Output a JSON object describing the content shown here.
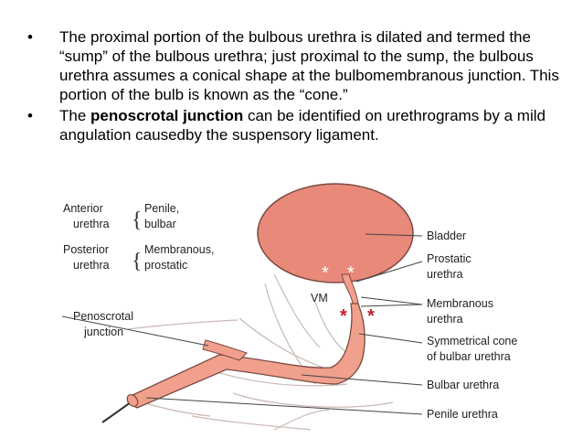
{
  "bullets": [
    {
      "text": "The proximal portion of the bulbous urethra is dilated and termed the “sump” of the bulbous urethra; just proximal to the sump, the bulbous urethra assumes a conical shape at the bulbomembranous junction. This portion of the bulb is known as the “cone.”"
    },
    {
      "before": "The ",
      "bold": "penoscrotal junction",
      "after": " can be identified on urethrograms by a mild angulation causedby the suspensory ligament."
    }
  ],
  "bullet_symbol": "•",
  "diagram": {
    "left_labels": {
      "anterior_line1": "Anterior",
      "anterior_line2": "urethra",
      "anterior_sub1": "Penile,",
      "anterior_sub2": "bulbar",
      "posterior_line1": "Posterior",
      "posterior_line2": "urethra",
      "posterior_sub1": "Membranous,",
      "posterior_sub2": "prostatic",
      "penoscrotal_line1": "Penoscrotal",
      "penoscrotal_line2": "junction"
    },
    "center_label": "VM",
    "right_labels": {
      "bladder": "Bladder",
      "prostatic_1": "Prostatic",
      "prostatic_2": "urethra",
      "membranous_1": "Membranous",
      "membranous_2": "urethra",
      "cone_1": "Symmetrical cone",
      "cone_2": "of bulbar urethra",
      "bulbar": "Bulbar urethra",
      "penile": "Penile urethra"
    },
    "colors": {
      "bladder_fill": "#e9897a",
      "urethra_fill": "#f0a08c",
      "outline": "#7a4a40",
      "asterisk_light": "#ffffff",
      "asterisk_dark": "#c0202a",
      "label_line": "#444444"
    }
  }
}
